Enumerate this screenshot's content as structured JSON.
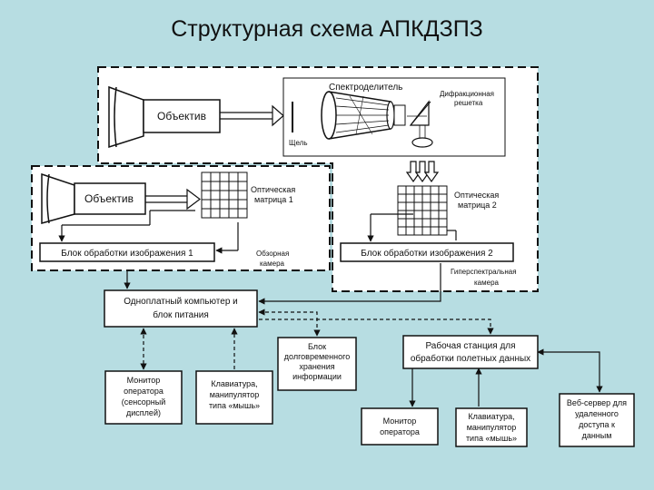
{
  "title": "Структурная схема АПКДЗПЗ",
  "camera1": {
    "objective": "Объектив",
    "spectro": "Спектроделитель",
    "grating": [
      "Дифракционная",
      "решетка"
    ],
    "slit": "Щель",
    "matrix": [
      "Оптическая",
      "матрица 2"
    ],
    "processing": "Блок обработки изображения 2",
    "caption": [
      "Гиперспектральная",
      "камера"
    ]
  },
  "camera2": {
    "objective": "Объектив",
    "matrix": [
      "Оптическая",
      "матрица 1"
    ],
    "processing": "Блок обработки изображения 1",
    "caption": [
      "Обзорная",
      "камера"
    ]
  },
  "computer": [
    "Одноплатный компьютер и",
    "блок питания"
  ],
  "storage": [
    "Блок",
    "долговременного",
    "хранения",
    "информации"
  ],
  "workstation": [
    "Рабочая станция для",
    "обработки полетных данных"
  ],
  "monitor1": [
    "Монитор",
    "оператора",
    "(сенсорный",
    "дисплей)"
  ],
  "keyboard1": [
    "Клавиатура,",
    "манипулятор",
    "типа «мышь»"
  ],
  "monitor2": [
    "Монитор",
    "оператора"
  ],
  "keyboard2": [
    "Клавиатура,",
    "манипулятор",
    "типа «мышь»"
  ],
  "webserver": [
    "Веб-сервер для",
    "удаленного",
    "доступа к",
    "данным"
  ],
  "colors": {
    "background": "#b7dde2",
    "panel": "#ffffff",
    "line": "#111111"
  }
}
